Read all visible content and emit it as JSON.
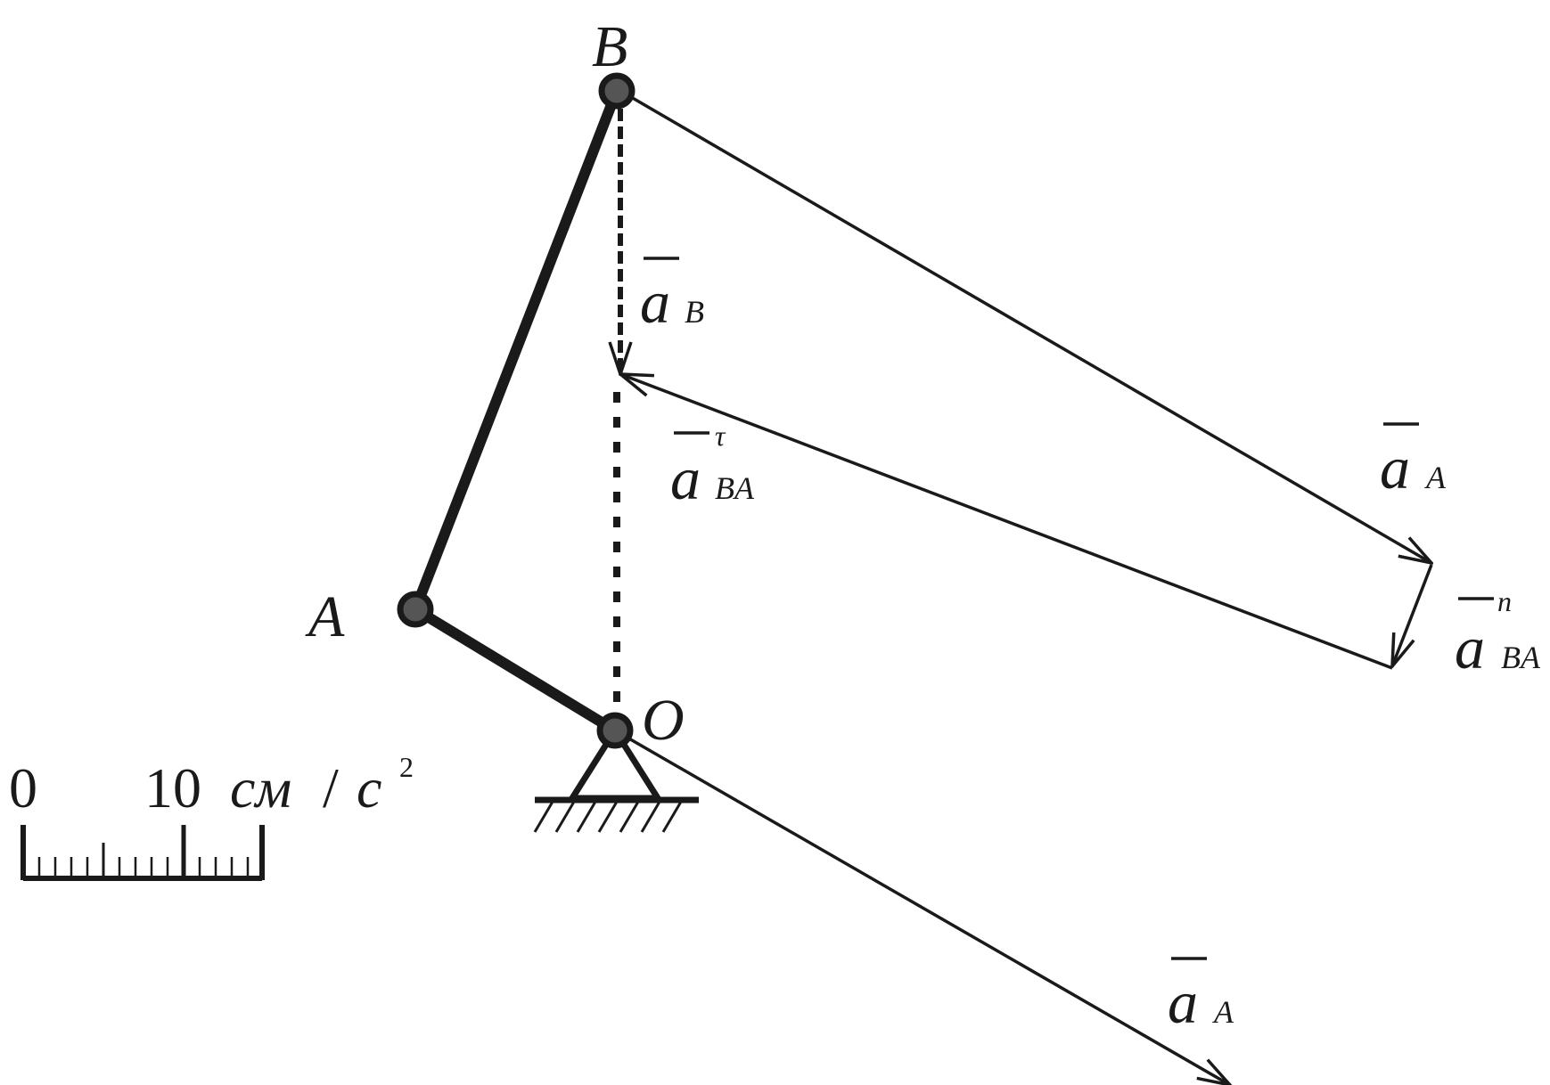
{
  "points": {
    "B": "B",
    "A": "A",
    "O": "O"
  },
  "vectors": {
    "a_B": {
      "symbol": "a",
      "subscript": "B"
    },
    "a_BA_tau": {
      "symbol": "a",
      "subscript": "BA",
      "superscript": "τ"
    },
    "a_A_polygon": {
      "symbol": "a",
      "subscript": "A"
    },
    "a_BA_n": {
      "symbol": "a",
      "subscript": "BA",
      "superscript": "n"
    },
    "a_A_origin": {
      "symbol": "a",
      "subscript": "A"
    }
  },
  "scale": {
    "zero": "0",
    "ten": "10",
    "unit": "см",
    "slash": "/",
    "unit2": "с",
    "exp": "2"
  },
  "colors": {
    "ink": "#1a1a1a",
    "joint_fill": "#555555"
  }
}
